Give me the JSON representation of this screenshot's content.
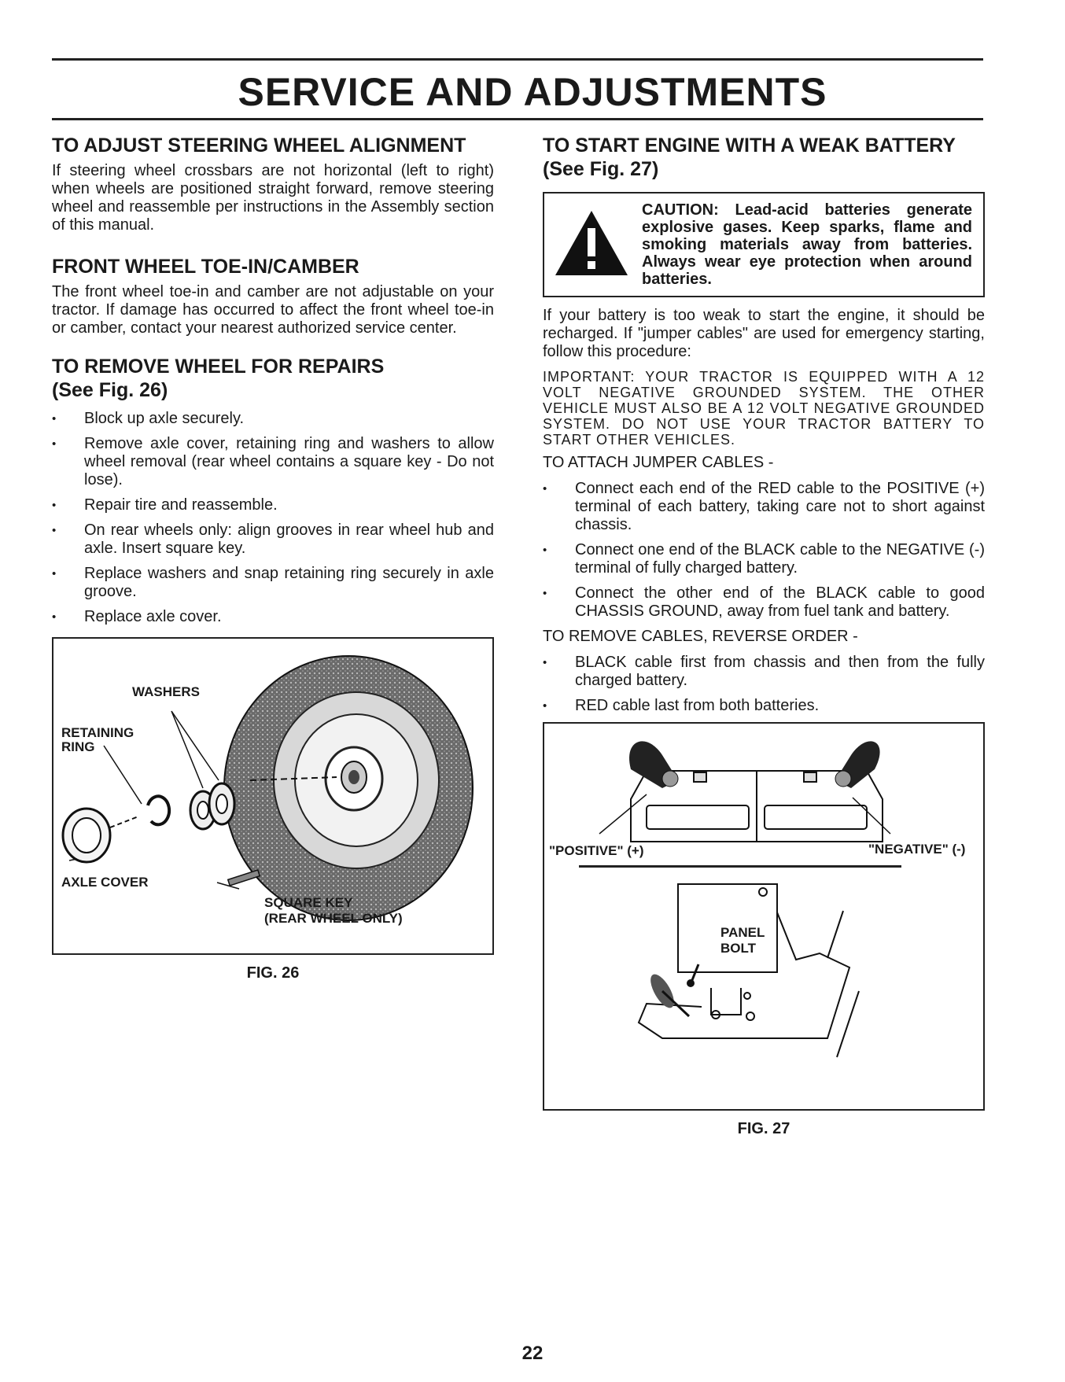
{
  "page": {
    "title": "SERVICE AND ADJUSTMENTS",
    "page_number": "22"
  },
  "left": {
    "steering": {
      "heading": "TO ADJUST STEERING WHEEL ALIGNMENT",
      "body": "If steering wheel crossbars are not horizontal (left to right) when wheels are positioned straight forward, remove steering wheel and reassemble per instructions in the Assembly section of this manual."
    },
    "toe_in": {
      "heading": "FRONT WHEEL TOE-IN/CAMBER",
      "body": "The front wheel toe-in and camber are not adjustable on your tractor. If damage has occurred to affect the front wheel toe-in or camber, contact your nearest authorized service center."
    },
    "remove_wheel": {
      "heading": "TO REMOVE WHEEL FOR REPAIRS",
      "subheading": "(See Fig. 26)",
      "steps": [
        "Block up axle securely.",
        "Remove axle cover, retaining ring and washers to allow wheel removal (rear wheel contains a square key - Do not lose).",
        "Repair tire and reassemble.",
        "On rear wheels only: align grooves in rear wheel hub and axle. Insert square key.",
        "Replace washers and snap retaining ring securely in axle groove.",
        "Replace axle cover."
      ]
    },
    "fig26": {
      "labels": {
        "washers": "WASHERS",
        "retaining_ring_1": "RETAINING",
        "retaining_ring_2": "RING",
        "axle_cover": "AXLE COVER",
        "square_key_1": "SQUARE KEY",
        "square_key_2": "(REAR WHEEL ONLY)"
      },
      "caption": "FIG. 26"
    }
  },
  "right": {
    "weak_battery": {
      "heading": "TO START ENGINE WITH A WEAK BATTERY",
      "subheading": "(See Fig. 27)"
    },
    "caution": {
      "text": "CAUTION: Lead-acid batteries generate explosive gases. Keep sparks, flame and smoking materials away from batteries. Always wear eye protection when around batteries."
    },
    "intro": "If your battery is too weak to start the engine, it should be recharged. If \"jumper cables\" are used for emergency starting, follow this procedure:",
    "important": "IMPORTANT: YOUR TRACTOR IS EQUIPPED WITH A 12 VOLT NEGATIVE GROUNDED SYSTEM. THE OTHER VEHICLE MUST ALSO BE A 12 VOLT NEGATIVE GROUNDED SYSTEM. DO NOT USE YOUR TRACTOR BATTERY TO START OTHER VEHICLES.",
    "attach": {
      "heading": "TO ATTACH JUMPER CABLES -",
      "steps": [
        "Connect each end of the RED cable to the POSITIVE (+) terminal of each battery, taking care not to short against chassis.",
        "Connect one end of the BLACK cable to the NEGATIVE (-) terminal of fully charged battery.",
        "Connect the other end of the BLACK cable to good CHASSIS GROUND, away from fuel tank and battery."
      ]
    },
    "remove": {
      "heading": "TO REMOVE CABLES, REVERSE ORDER -",
      "steps": [
        "BLACK cable first from chassis and then from the fully charged battery.",
        "RED cable last from both batteries."
      ]
    },
    "fig27": {
      "labels": {
        "positive": "\"POSITIVE\" (+)",
        "negative": "\"NEGATIVE\" (-)",
        "panel": "PANEL",
        "bolt": "BOLT"
      },
      "caption": "FIG. 27"
    }
  }
}
